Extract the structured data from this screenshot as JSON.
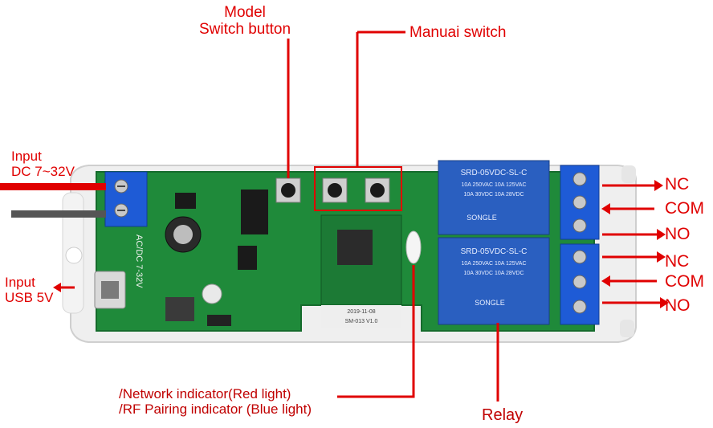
{
  "labels": {
    "model_switch_line1": "Model",
    "model_switch_line2": "Switch button",
    "manual_switch": "Manuai switch",
    "input_dc_line1": "Input",
    "input_dc_line2": "DC 7~32V",
    "input_usb_line1": "Input",
    "input_usb_line2": "USB 5V",
    "network_indicator": "/Network indicator(Red light)",
    "rf_indicator": "/RF Pairing indicator (Blue light)",
    "relay": "Relay"
  },
  "terminals": [
    "NC",
    "COM",
    "NO",
    "NC",
    "COM",
    "NO"
  ],
  "board_text": {
    "voltage": "AC/DC 7-32V",
    "module": "SM-013 V1.0",
    "date": "2019-11-08",
    "relay_model_1": "SRD-05VDC-SL-C",
    "relay_model_2": "SRD-05VDC-SL-C",
    "relay_brand": "SONGLE",
    "relay_rating_1": "10A 250VAC 10A 125VAC",
    "relay_rating_2": "10A 30VDC 10A 28VDC"
  },
  "colors": {
    "annotation": "#e00000",
    "pcb": "#1f8a3a",
    "terminal_block": "#1e5bd6",
    "relay": "#2a5fc0",
    "enclosure": "#eeeeee"
  }
}
